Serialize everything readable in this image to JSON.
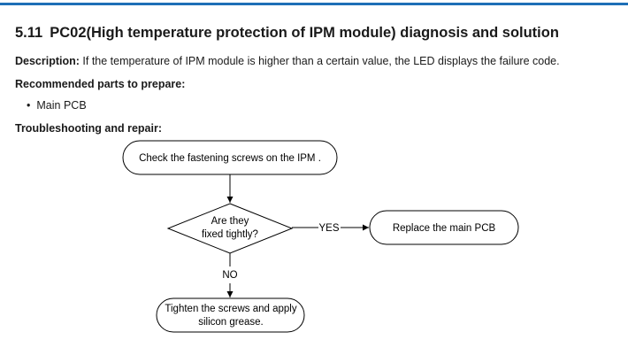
{
  "section": {
    "number": "5.11",
    "title": "PC02(High temperature protection of IPM module) diagnosis and solution"
  },
  "description": {
    "label": "Description:",
    "text": " If the temperature of IPM module is higher than a certain value, the LED displays the failure code."
  },
  "parts": {
    "heading": "Recommended parts to prepare:",
    "items": [
      "Main PCB"
    ]
  },
  "troubleshooting": {
    "heading": "Troubleshooting and repair:"
  },
  "flowchart": {
    "start": "Check the fastening screws on the IPM .",
    "decision_line1": "Are they",
    "decision_line2": "fixed tightly?",
    "yes_label": "YES",
    "no_label": "NO",
    "yes_action": "Replace the main PCB",
    "no_action_line1": "Tighten the screws and apply",
    "no_action_line2": "silicon grease."
  }
}
